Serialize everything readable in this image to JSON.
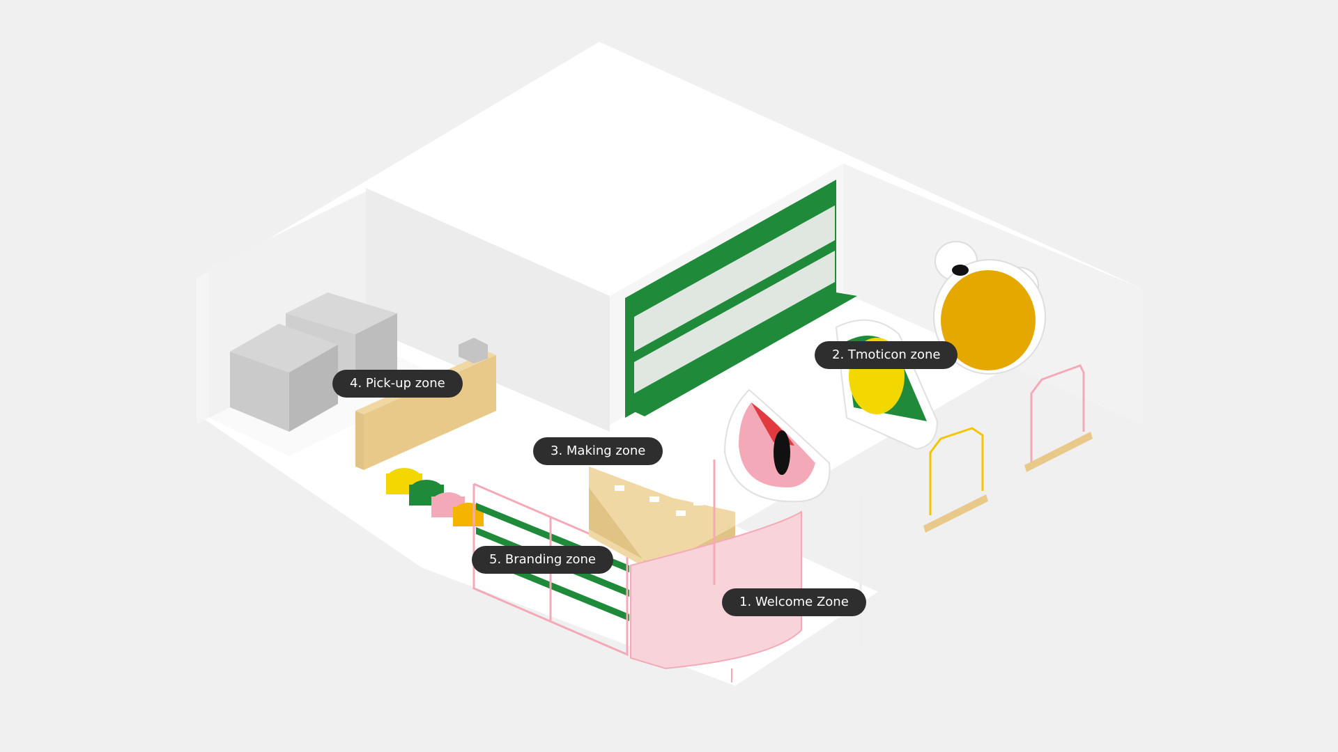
{
  "zones": [
    {
      "id": "welcome",
      "label": "1. Welcome Zone"
    },
    {
      "id": "tmoticon",
      "label": "2. Tmoticon zone"
    },
    {
      "id": "making",
      "label": "3. Making zone"
    },
    {
      "id": "pickup",
      "label": "4. Pick-up zone"
    },
    {
      "id": "branding",
      "label": "5. Branding zone"
    }
  ],
  "colors": {
    "background": "#f0f0f0",
    "label_bg": "#2e2e2e",
    "label_text": "#ffffff",
    "green": "#1f8a3a",
    "yellow": "#f2c500",
    "pink": "#f4a9b8",
    "wood": "#e8c98a",
    "red": "#e0393e",
    "gray": "#c9c9c9"
  }
}
